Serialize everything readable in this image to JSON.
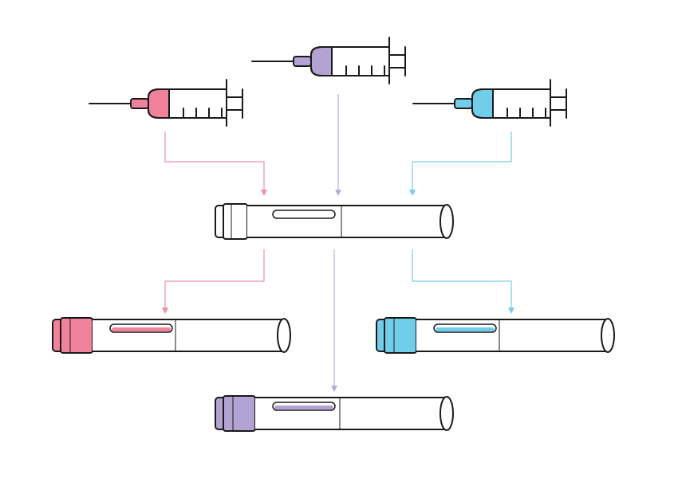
{
  "colors": {
    "outline": "#1a1a1a",
    "pink": "#f0829c",
    "purple": "#b2a3d2",
    "blue": "#72cdea",
    "arrow_pink": "#ee90a6",
    "arrow_purple": "#b8acd4",
    "arrow_blue": "#7ccce9"
  },
  "syringes": [
    {
      "id": "pink",
      "fill": "pink-liquid"
    },
    {
      "id": "purple",
      "fill": "purple-liquid"
    },
    {
      "id": "blue",
      "fill": "blue-liquid"
    }
  ],
  "cartridges": [
    {
      "id": "empty",
      "state": "unfilled"
    },
    {
      "id": "pink",
      "state": "filled"
    },
    {
      "id": "blue",
      "state": "filled"
    },
    {
      "id": "purple",
      "state": "filled"
    }
  ]
}
